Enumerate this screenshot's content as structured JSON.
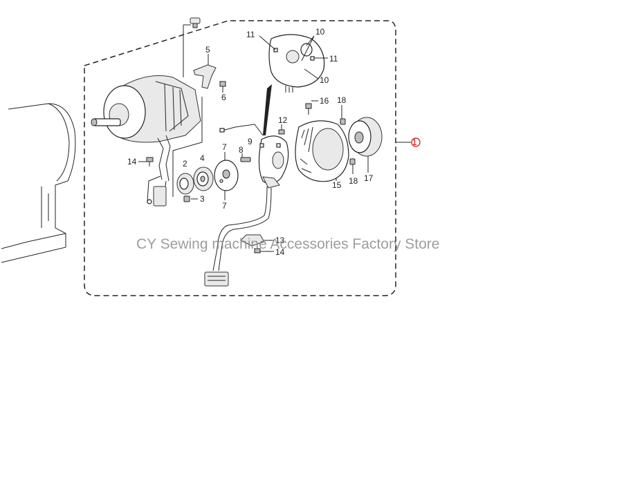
{
  "callouts": {
    "c1": "1",
    "c2": "2",
    "c3": "3",
    "c4": "4",
    "c5": "5",
    "c6": "6",
    "c7a": "7",
    "c7b": "7",
    "c8": "8",
    "c9": "9",
    "c10a": "10",
    "c10b": "10",
    "c11a": "11",
    "c11b": "11",
    "c12": "12",
    "c13": "13",
    "c14a": "14",
    "c14b": "14",
    "c15": "15",
    "c16": "16",
    "c17": "17",
    "c18a": "18",
    "c18b": "18"
  },
  "watermark": "CY Sewing machine Accessories Factory Store",
  "colors": {
    "callout_highlight": "#d40000",
    "outline": "#222222"
  }
}
